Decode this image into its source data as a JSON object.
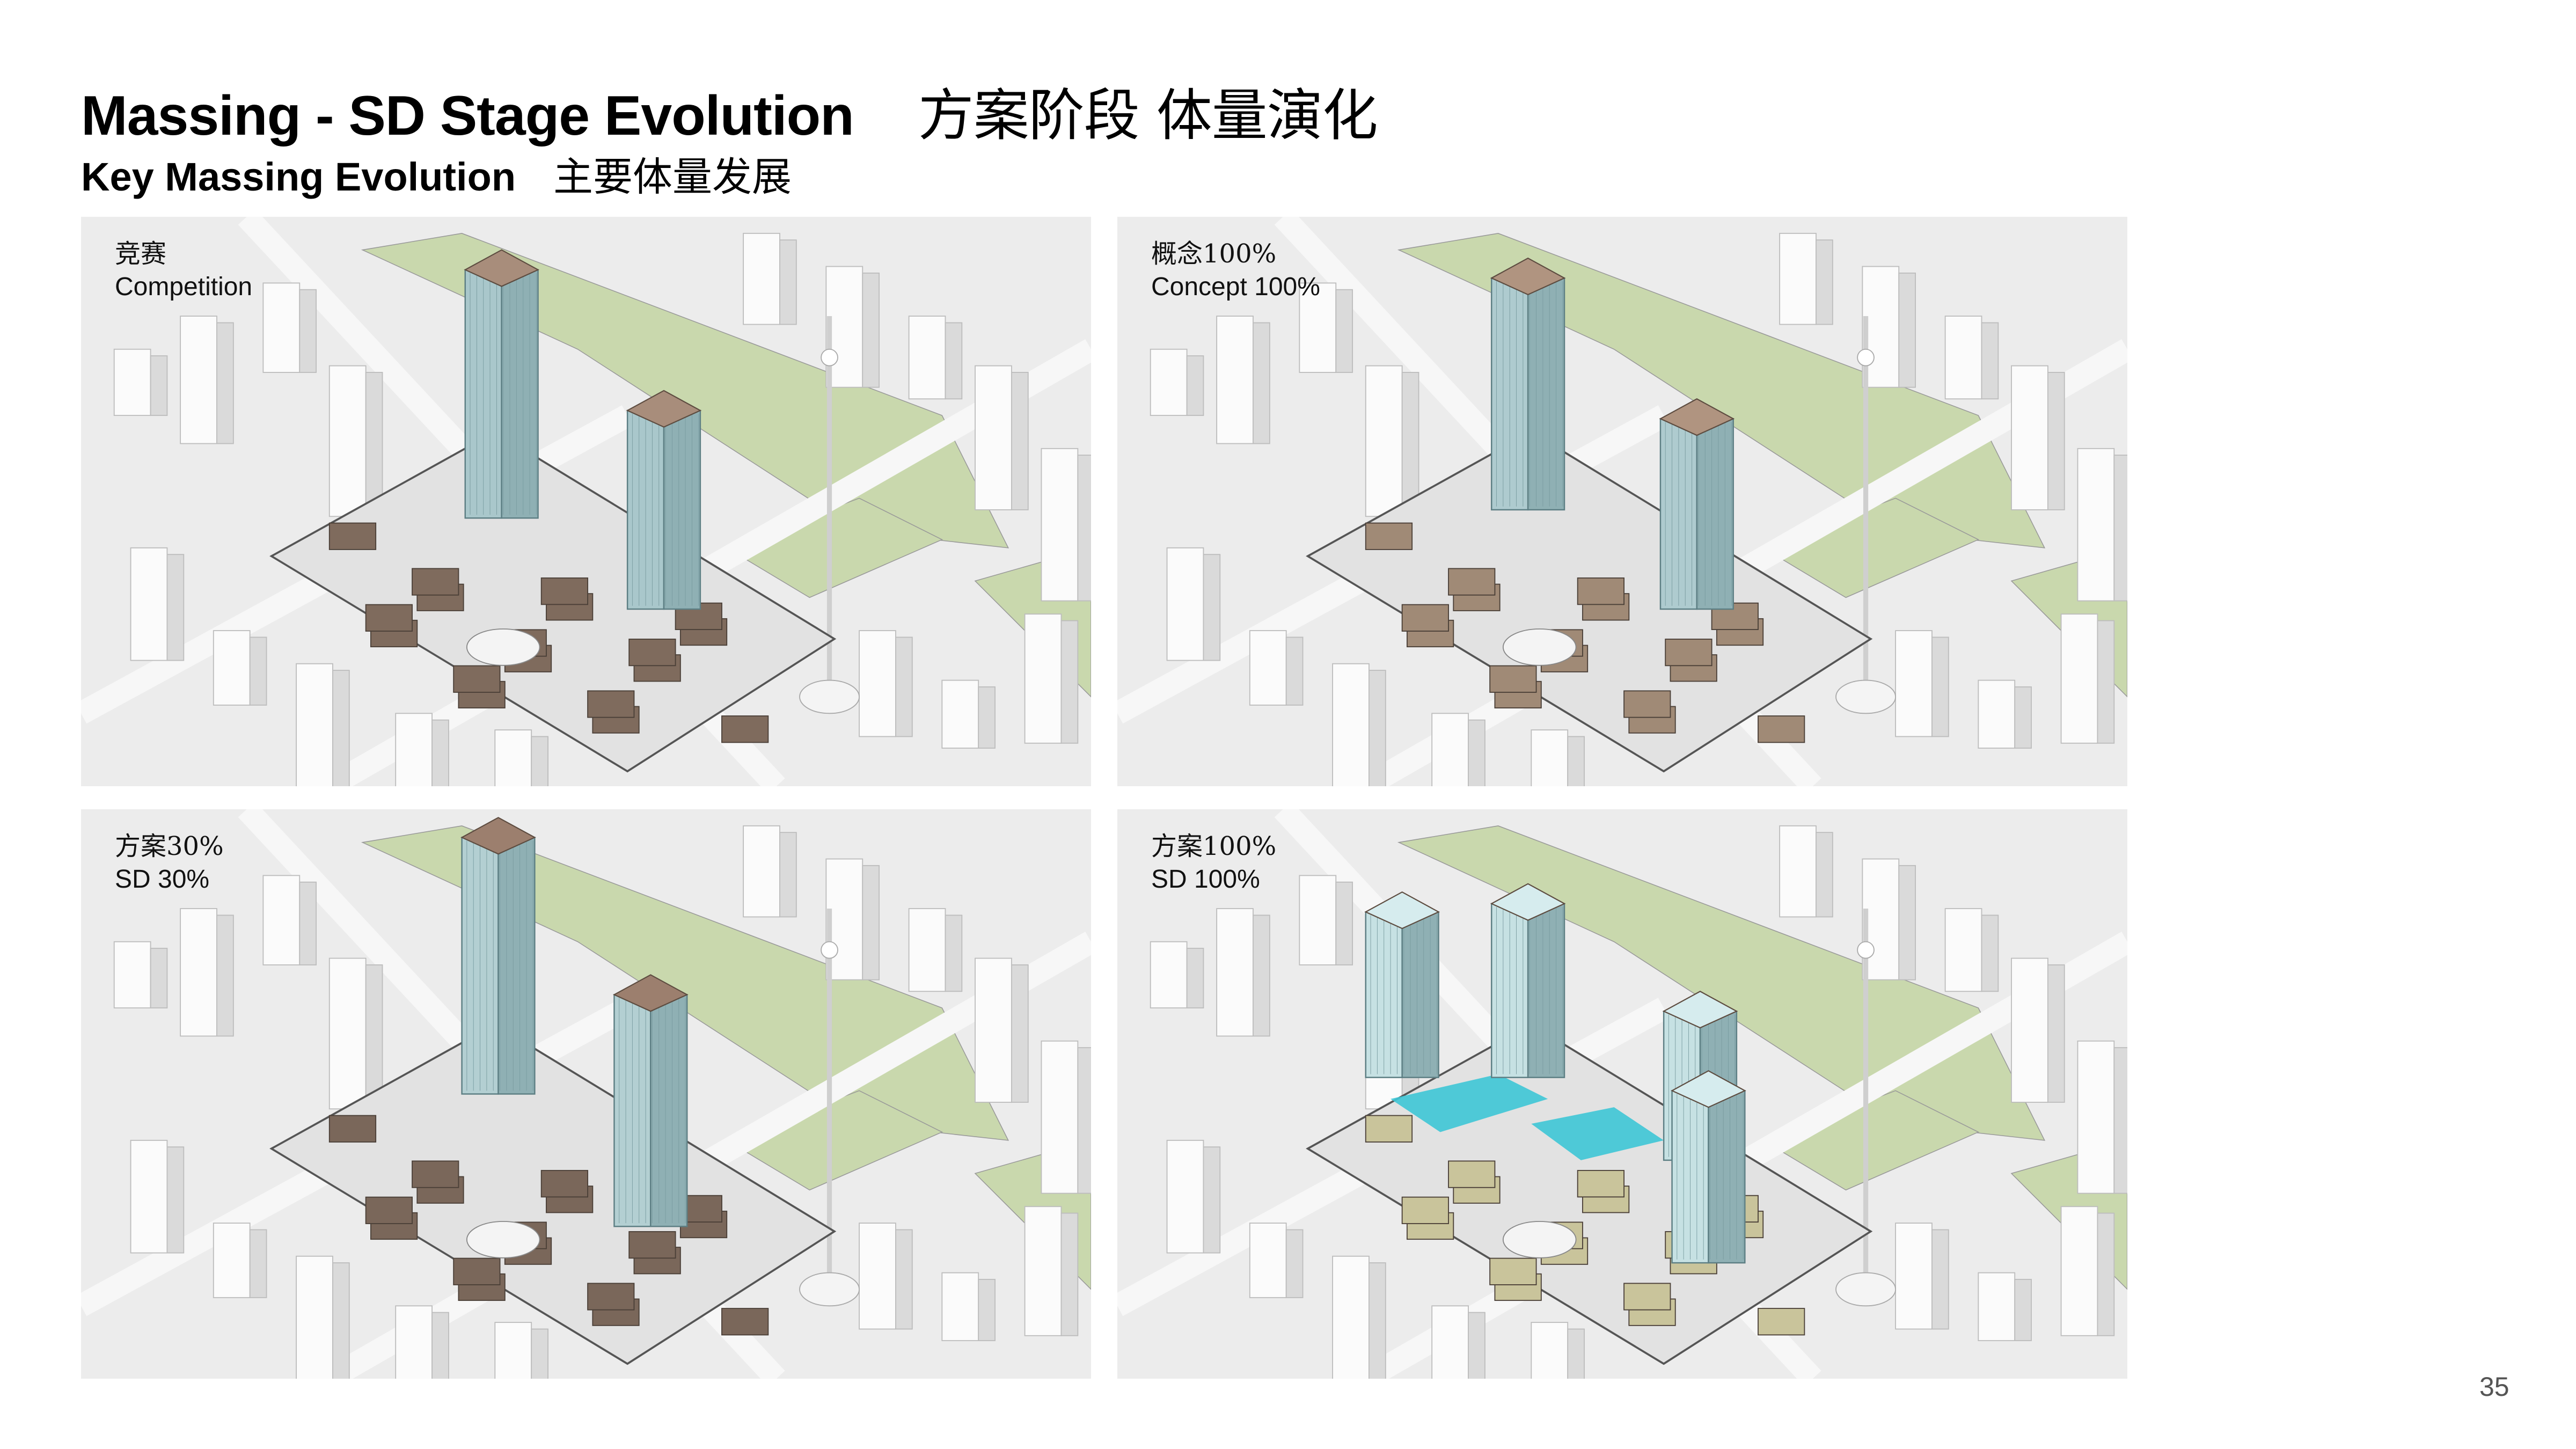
{
  "header": {
    "title_en": "Massing - SD Stage Evolution",
    "title_cn": "方案阶段 体量演化",
    "subtitle_en": "Key Massing Evolution",
    "subtitle_cn": "主要体量发展"
  },
  "panels": [
    {
      "label_cn": "竞赛",
      "label_en": "Competition",
      "podium_color": "#7f6b5d",
      "glass_color": "#a9c7cb",
      "roof_color": "#a88d7b"
    },
    {
      "label_cn": "概念100%",
      "label_en": "Concept 100%",
      "podium_color": "#a08a76",
      "glass_color": "#aecbcf",
      "roof_color": "#b09480"
    },
    {
      "label_cn": "方案30%",
      "label_en": "SD 30%",
      "podium_color": "#7a675a",
      "glass_color": "#b3cfd2",
      "roof_color": "#9c7f6e"
    },
    {
      "label_cn": "方案100%",
      "label_en": "SD 100%",
      "podium_color": "#c9c49b",
      "glass_color": "#c6e1e3",
      "roof_color": "#d6ecee"
    }
  ],
  "colors": {
    "park": "#c9d8ad",
    "ground": "#ececec",
    "accent_water": "#3ec6d6"
  },
  "page_number": "35"
}
